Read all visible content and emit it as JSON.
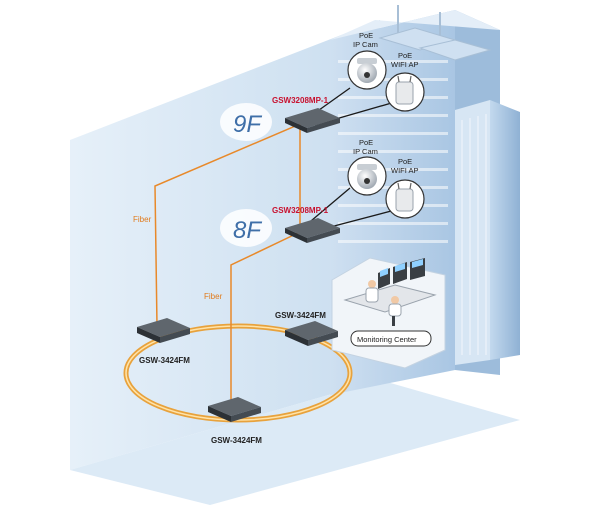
{
  "labels": {
    "cam_9f": [
      "PoE",
      "IP Cam"
    ],
    "ap_9f": [
      "PoE",
      "WIFI AP"
    ],
    "cam_8f": [
      "PoE",
      "IP Cam"
    ],
    "ap_8f": [
      "PoE",
      "WIFI AP"
    ],
    "switch_9f": "GSW3208MP-1",
    "switch_8f": "GSW3208MP-1",
    "floor_9f": "9F",
    "floor_8f": "8F",
    "fiber_left": "Fiber",
    "fiber_mid": "Fiber",
    "core_left": "GSW-3424FM",
    "core_right": "GSW-3424FM",
    "core_bottom": "GSW-3424FM",
    "monitoring_center": "Monitoring Center"
  },
  "colors": {
    "building_light": "#dbe9f6",
    "building_mid": "#b9d2ea",
    "building_dark": "#8fb1d4",
    "fiber": "#e8892a",
    "ring": "#e8a23c",
    "switch_red": "#c8102e"
  }
}
